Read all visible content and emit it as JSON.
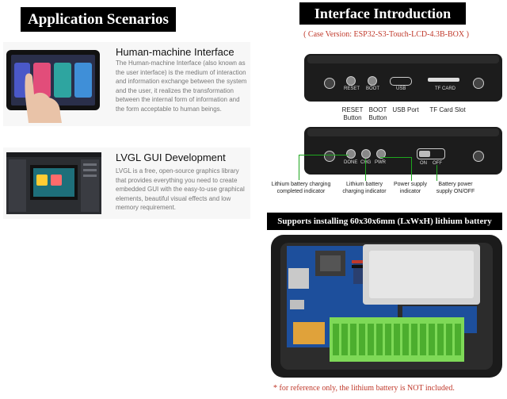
{
  "left": {
    "banner_title": "Application Scenarios",
    "hmi": {
      "title": "Human-machine Interface",
      "description": "The Human-machine Interface (also known as the user interface) is the medium of interaction and information exchange between the system and the user, it realizes the transformation between the internal form of information and the form acceptable to human beings."
    },
    "lvgl": {
      "title": "LVGL GUI Development",
      "description": "LVGL is a free, open-source graphics library that provides everything you need to create embedded GUI with the easy-to-use graphical elements, beautiful visual effects and low memory requirement."
    }
  },
  "right": {
    "banner_title": "Interface Introduction",
    "case_version": "( Case Version: ESP32-S3-Touch-LCD-4.3B-BOX )",
    "top_panel": {
      "button_reset_silk": "RESET",
      "button_boot_silk": "BOOT",
      "usb_silk": "USB",
      "tf_silk": "TF CARD",
      "labels": {
        "reset": "RESET Button",
        "boot": "BOOT Button",
        "usb": "USB Port",
        "tf": "TF Card Slot"
      }
    },
    "bottom_panel": {
      "done_silk": "DONE",
      "chg_silk": "CHG",
      "pwr_silk": "PWR",
      "on_silk": "ON",
      "off_silk": "OFF",
      "labels": {
        "done": "Lithium battery charging completed indicator",
        "chg": "Lithium battery charging indicator",
        "pwr": "Power supply indicator",
        "switch": "Battery power supply ON/OFF"
      }
    },
    "battery_banner": "Supports installing 60x30x6mm (LxWxH) lithium battery",
    "footnote": "* for reference only, the lithium battery is NOT included."
  },
  "colors": {
    "accent_red": "#c0392b",
    "indicator_green": "#1fa71f",
    "terminal_green": "#7ed957",
    "pcb_blue": "#1d4f9c"
  }
}
